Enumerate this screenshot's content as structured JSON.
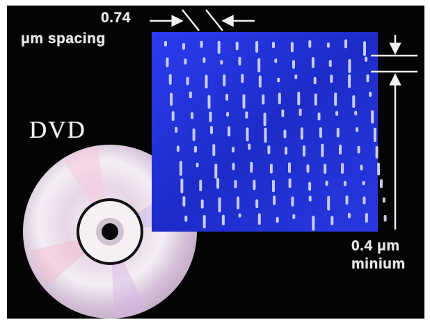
{
  "title": "DVD",
  "track_spacing": {
    "value": "0.74",
    "unit": "μm spacing"
  },
  "pit_length": {
    "value": "0.4  μm",
    "unit": "minium"
  },
  "colors": {
    "background": "#040404",
    "pit_field": "#2233d8",
    "pits": "#d9ddff",
    "label_text": "#e8e8e8",
    "arrows": "#f0f0f0",
    "disc": "#e6dbe6"
  },
  "icons": {
    "disc": "dvd-disc-icon"
  }
}
